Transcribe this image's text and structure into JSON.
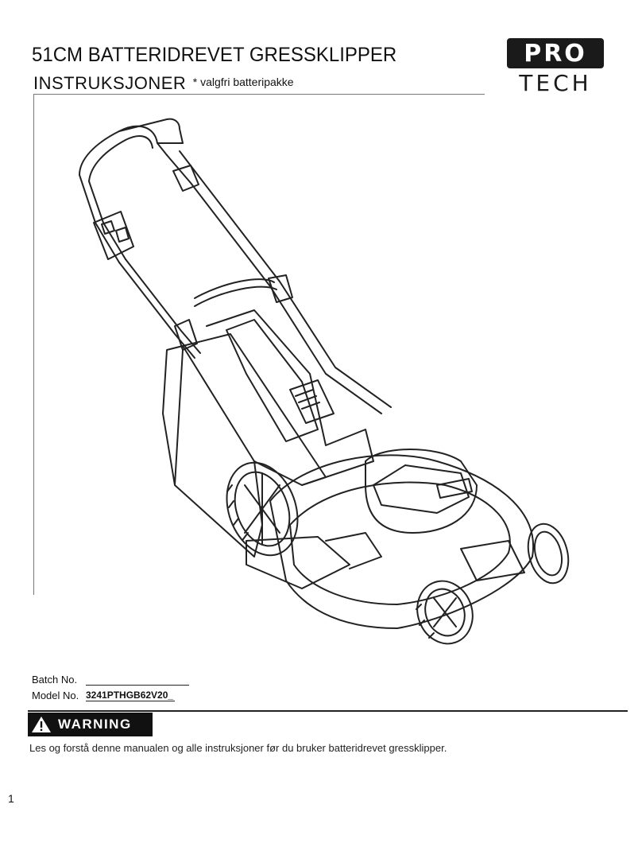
{
  "header": {
    "title": "51CM BATTERIDREVET GRESSKLIPPER",
    "subtitle": "INSTRUKSJONER",
    "subtitle_note": "* valgfri batteripakke"
  },
  "logo": {
    "line1": "PRO",
    "line2": "TECH"
  },
  "illustration": {
    "icon": "lawn-mower-line-drawing"
  },
  "meta": {
    "batch_label": "Batch No.",
    "batch_value": "",
    "model_label": "Model No.",
    "model_value": "3241PTHGB62V20_"
  },
  "warning": {
    "label": "WARNING",
    "icon": "warning-triangle-icon",
    "text": "Les og forstå denne manualen og alle instruksjoner før du bruker batteridrevet gressklipper."
  },
  "page_number": "1"
}
